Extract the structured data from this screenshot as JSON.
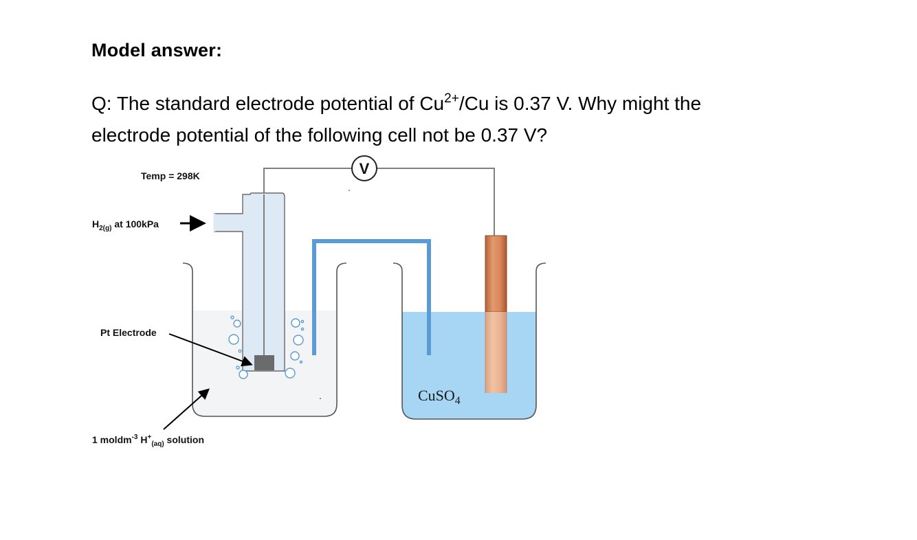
{
  "heading": "Model answer:",
  "question": {
    "line1_a": "Q: The standard electrode potential of Cu",
    "line1_sup": "2+",
    "line1_b": "/Cu is 0.37 V.  Why might the",
    "line2": "electrode potential of the following cell not be 0.37 V?"
  },
  "diagram": {
    "temp_label": "Temp = 298K",
    "gas_label": {
      "main": "H",
      "sub": "2(g)",
      "rest": " at 100kPa"
    },
    "electrode_label": "Pt Electrode",
    "solution_label": {
      "prefix": "1 moldm",
      "sup1": "-3",
      "ion": " H",
      "sup2": "+",
      "sub": "(aq)",
      "suffix": " solution"
    },
    "voltmeter_label": "V",
    "cuso4_label": {
      "main": "CuSO",
      "sub": "4"
    }
  },
  "colors": {
    "solution_blue": "#a6d6f3",
    "salt_bridge": "#5b9bd5",
    "copper": "#d9875a",
    "hydrogen_solution": "#f3f4f6",
    "glass_tube": "#dde9f5",
    "pt_electrode": "#6b6b6b",
    "wire": "#7f7f7f"
  }
}
